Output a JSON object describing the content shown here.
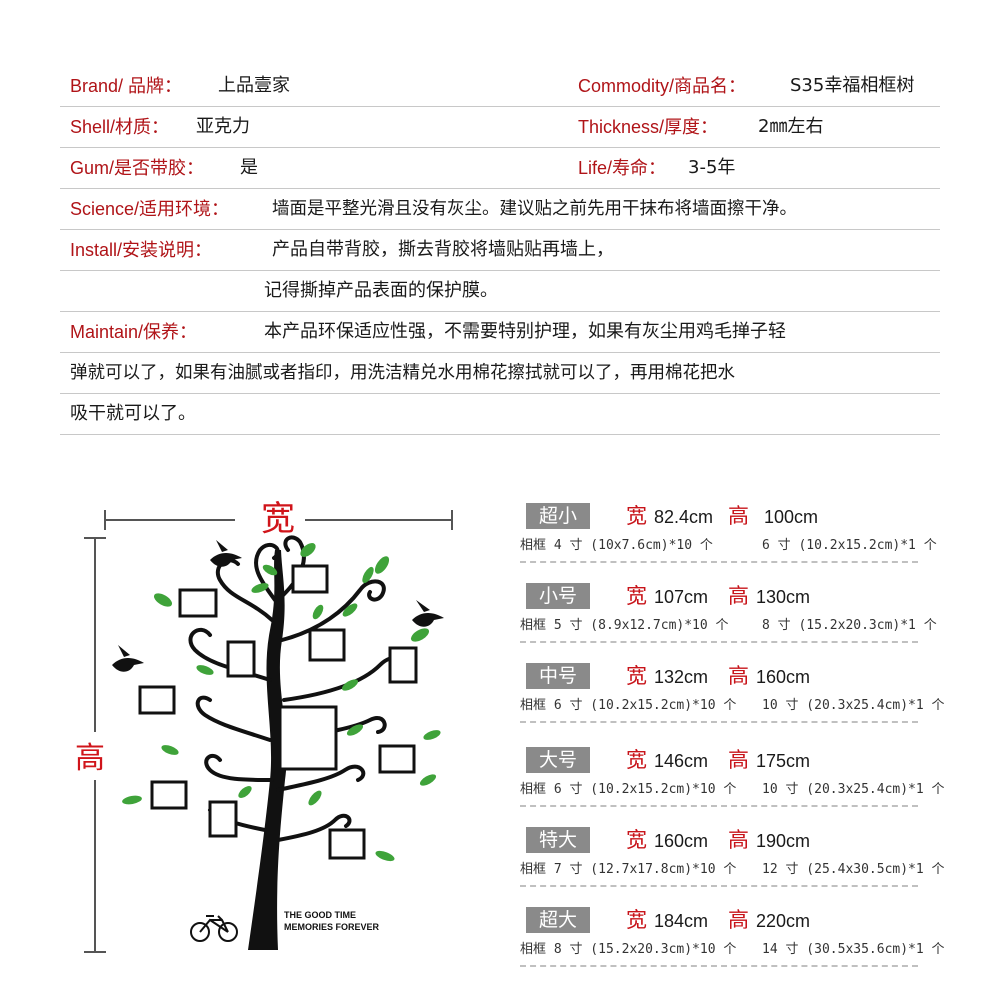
{
  "spec": {
    "brand_label": "Brand/ 品牌：",
    "brand_value": "上品壹家",
    "commodity_label": "Commodity/商品名：",
    "commodity_value": "S35幸福相框树",
    "shell_label": "Shell/材质：",
    "shell_value": "亚克力",
    "thickness_label": "Thickness/厚度：",
    "thickness_value": "2㎜左右",
    "gum_label": "Gum/是否带胶：",
    "gum_value": "是",
    "life_label": "Life/寿命：",
    "life_value": "3-5年",
    "science_label": "Science/适用环境：",
    "science_value": "墙面是平整光滑且没有灰尘。建议贴之前先用干抹布将墙面擦干净。",
    "install_label": "Install/安装说明：",
    "install_line1": "产品自带背胶，撕去背胶将墙贴贴再墙上，",
    "install_line2": "记得撕掉产品表面的保护膜。",
    "maintain_label": "Maintain/保养：",
    "maintain_line1": "本产品环保适应性强，不需要特别护理，如果有灰尘用鸡毛掸子轻",
    "maintain_line2": "弹就可以了，如果有油腻或者指印，用洗洁精兑水用棉花擦拭就可以了，再用棉花把水",
    "maintain_line3": "吸干就可以了。"
  },
  "illustration": {
    "width_label": "宽",
    "height_label": "高",
    "slogan_line1": "THE GOOD TIME",
    "slogan_line2": "MEMORIES FOREVER"
  },
  "sizes": [
    {
      "tag": "超小",
      "w_kw": "宽",
      "w": "82.4cm",
      "h_kw": "高",
      "h": "100cm",
      "frames_a": "相框 4 寸 (10x7.6cm)*10 个",
      "frames_b": "6 寸 (10.2x15.2cm)*1 个"
    },
    {
      "tag": "小号",
      "w_kw": "宽",
      "w": "107cm",
      "h_kw": "高",
      "h": "130cm",
      "frames_a": "相框 5 寸 (8.9x12.7cm)*10 个",
      "frames_b": "8 寸 (15.2x20.3cm)*1 个"
    },
    {
      "tag": "中号",
      "w_kw": "宽",
      "w": "132cm",
      "h_kw": "高",
      "h": "160cm",
      "frames_a": "相框 6 寸 (10.2x15.2cm)*10 个",
      "frames_b": "10 寸 (20.3x25.4cm)*1 个"
    },
    {
      "tag": "大号",
      "w_kw": "宽",
      "w": "146cm",
      "h_kw": "高",
      "h": "175cm",
      "frames_a": "相框 6 寸 (10.2x15.2cm)*10 个",
      "frames_b": "10 寸 (20.3x25.4cm)*1 个"
    },
    {
      "tag": "特大",
      "w_kw": "宽",
      "w": "160cm",
      "h_kw": "高",
      "h": "190cm",
      "frames_a": "相框 7 寸 (12.7x17.8cm)*10 个",
      "frames_b": "12 寸 (25.4x30.5cm)*1 个"
    },
    {
      "tag": "超大",
      "w_kw": "宽",
      "w": "184cm",
      "h_kw": "高",
      "h": "220cm",
      "frames_a": "相框 8 寸 (15.2x20.3cm)*10 个",
      "frames_b": "14 寸 (30.5x35.6cm)*1 个"
    }
  ],
  "colors": {
    "label_red": "#b01418",
    "tag_gray": "#8a8a8a",
    "leaf_green": "#3fa33a"
  }
}
